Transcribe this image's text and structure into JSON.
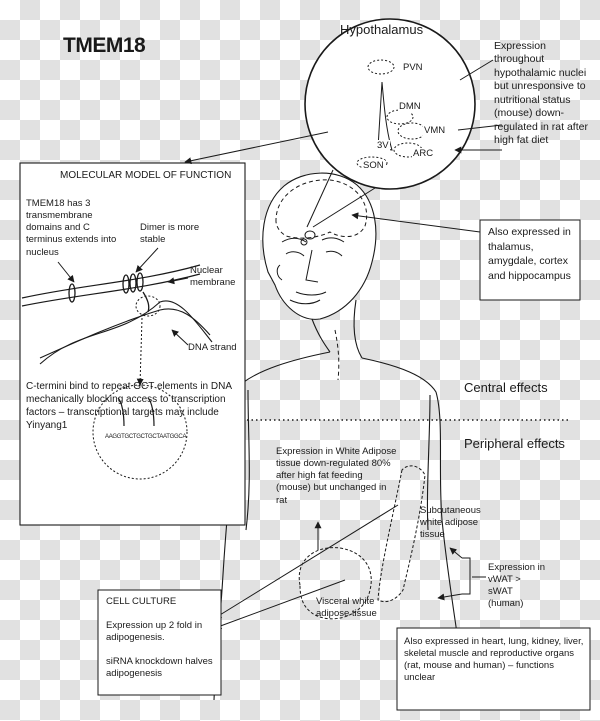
{
  "title": "TMEM18",
  "hypothalamus": {
    "title": "Hypothalamus",
    "nuclei": [
      "PVN",
      "DMN",
      "VMN",
      "3V",
      "ARC",
      "SON"
    ],
    "expression_note": "Expression throughout hypothalamic nuclei but unresponsive to nutritional status (mouse) down-regulated in rat after high fat diet"
  },
  "brain_note": "Also expressed in thalamus, amygdale, cortex and hippocampus",
  "molecular_model": {
    "title": "MOLECULAR MODEL OF FUNCTION",
    "domains_note": "TMEM18 has 3 transmembrane domains and C terminus extends into nucleus",
    "dimer_label": "Dimer is more stable",
    "membrane_label": "Nuclear membrane",
    "dna_label": "DNA strand",
    "dna_sequence": "AAGGTGCTGCTGCTAATGGCA",
    "cterm_note": "C-termini bind to repeat GCT elements in DNA mechanically blocking access to transcription factors – transcriptional targets may include Yinyang1"
  },
  "sections": {
    "central": "Central effects",
    "peripheral": "Peripheral effects"
  },
  "adipose": {
    "wat_note": "Expression in White Adipose tissue down-regulated 80% after high fat feeding (mouse) but unchanged in rat",
    "subcutaneous_label": "Subcutaneous white adipose tissue",
    "visceral_label": "Visceral white adipose tissue",
    "vwat_note": "Expression in vWAT > sWAT (human)"
  },
  "cell_culture": {
    "title": "CELL CULTURE",
    "line1": "Expression up 2 fold in adipogenesis.",
    "line2": "siRNA knockdown halves adipogenesis"
  },
  "other_organs_note": "Also expressed in heart, lung, kidney, liver, skeletal muscle and reproductive organs (rat, mouse and human) – functions unclear"
}
